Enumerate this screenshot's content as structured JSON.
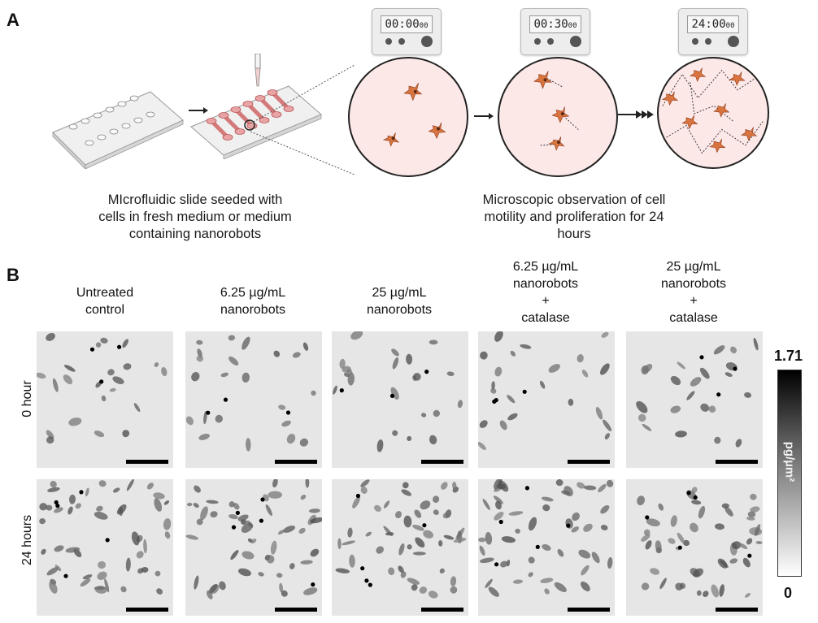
{
  "panel_a": {
    "letter": "A",
    "timers": [
      "00:00",
      "00:30",
      "24:00"
    ],
    "timer_suffix": "00",
    "caption_left": [
      "MIcrofluidic slide seeded with",
      "cells in fresh medium or medium",
      "containing nanorobots"
    ],
    "caption_right": [
      "Microscopic observation of cell",
      "motility and proliferation for 24",
      "hours"
    ]
  },
  "panel_b": {
    "letter": "B",
    "columns": [
      [
        "Untreated",
        "control"
      ],
      [
        "6.25 µg/mL",
        "nanorobots"
      ],
      [
        "25 µg/mL",
        "nanorobots"
      ],
      [
        "6.25 µg/mL",
        "nanorobots",
        "+",
        "catalase"
      ],
      [
        "25 µg/mL",
        "nanorobots",
        "+",
        "catalase"
      ]
    ],
    "rows": [
      "0 hour",
      "24 hours"
    ],
    "colorbar": {
      "max": "1.71",
      "min": "0",
      "unit": "pg/µm²"
    }
  },
  "colors": {
    "cell": "#d9743e",
    "dish": "#fde8e8",
    "well": "#e8a4a4"
  }
}
